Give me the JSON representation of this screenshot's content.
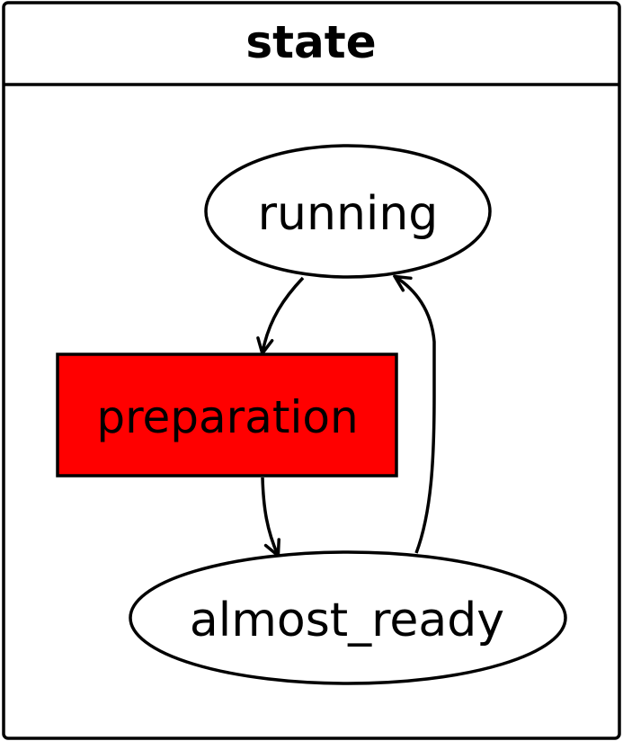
{
  "container": {
    "title": "state"
  },
  "nodes": {
    "running": {
      "label": "running",
      "shape": "ellipse",
      "fill": "#ffffff"
    },
    "preparation": {
      "label": "preparation",
      "shape": "rectangle",
      "fill": "#ff0000"
    },
    "almost_ready": {
      "label": "almost_ready",
      "shape": "ellipse",
      "fill": "#ffffff"
    }
  },
  "edges": [
    {
      "from": "running",
      "to": "preparation"
    },
    {
      "from": "preparation",
      "to": "almost_ready"
    },
    {
      "from": "almost_ready",
      "to": "running"
    }
  ],
  "colors": {
    "stroke": "#000000",
    "background": "#ffffff",
    "highlight": "#ff0000"
  }
}
